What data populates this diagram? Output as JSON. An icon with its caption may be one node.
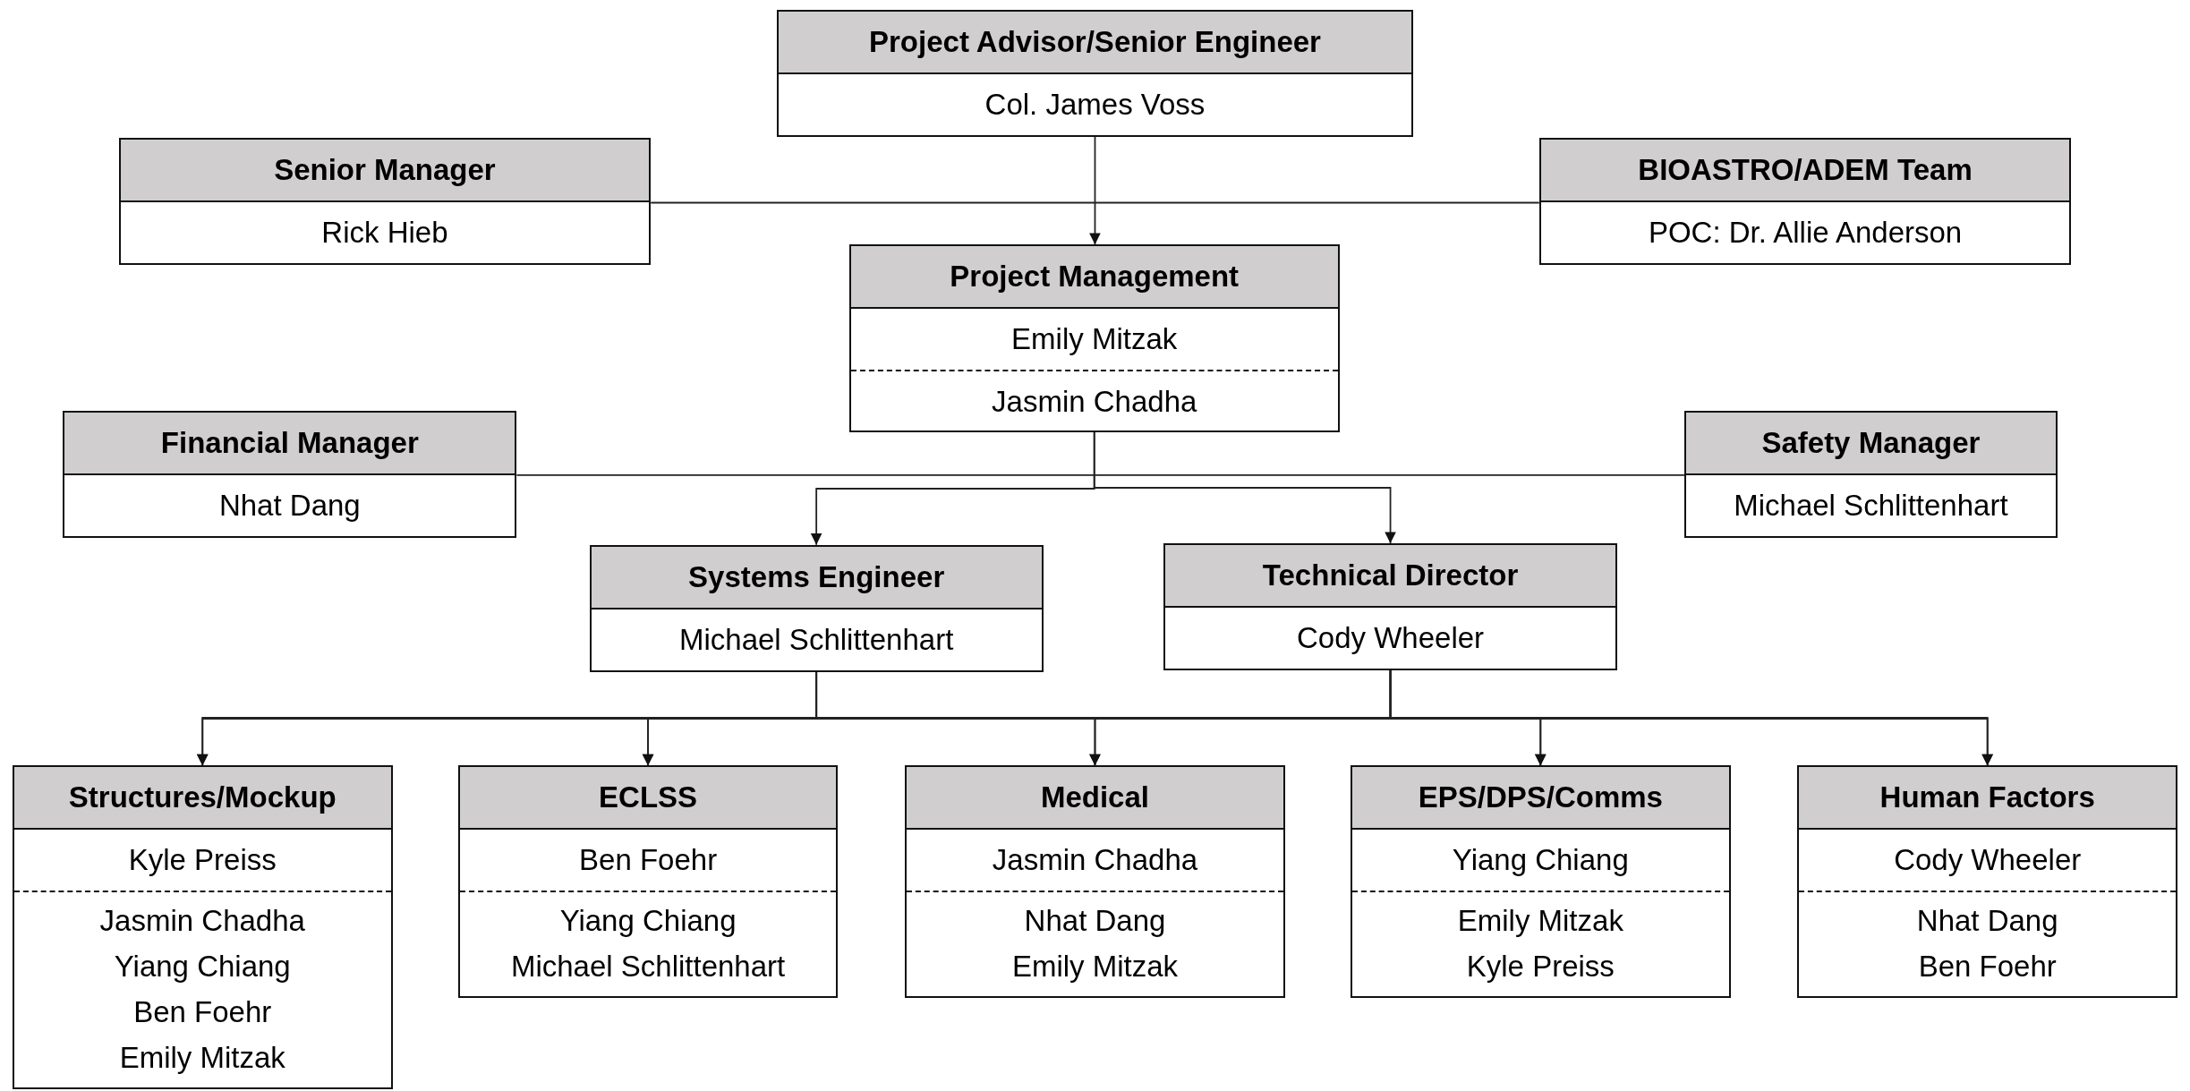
{
  "diagram": {
    "nodes": [
      {
        "text": [
          "Project Advisor/Senior Engineer",
          "Col. James Voss"
        ]
      },
      {
        "text": [
          "Senior Manager",
          "Rick Hieb"
        ]
      },
      {
        "text": [
          "BIOASTRO/ADEM Team",
          "POC: Dr. Allie Anderson"
        ]
      },
      {
        "text": [
          "Project Management",
          "Emily Mitzak",
          "Jasmin Chadha"
        ]
      },
      {
        "text": [
          "Financial Manager",
          "Nhat Dang"
        ]
      },
      {
        "text": [
          "Safety Manager",
          "Michael Schlittenhart"
        ]
      },
      {
        "text": [
          "Systems Engineer",
          "Michael Schlittenhart"
        ]
      },
      {
        "text": [
          "Technical Director",
          "Cody Wheeler"
        ]
      },
      {
        "text": [
          "Structures/Mockup",
          "Kyle Preiss",
          "Jasmin Chadha",
          "Yiang Chiang",
          "Ben Foehr",
          "Emily Mitzak"
        ]
      },
      {
        "text": [
          "ECLSS",
          "Ben Foehr",
          "Yiang Chiang",
          "Michael Schlittenhart"
        ]
      },
      {
        "text": [
          "Medical",
          "Jasmin Chadha",
          "Nhat Dang",
          "Emily Mitzak"
        ]
      },
      {
        "text": [
          "EPS/DPS/Comms",
          "Yiang Chiang",
          "Emily Mitzak",
          "Kyle Preiss"
        ]
      },
      {
        "text": [
          "Human Factors",
          "Cody Wheeler",
          "Nhat Dang",
          "Ben Foehr"
        ]
      }
    ],
    "edges": [
      {
        "from": 0,
        "to": 3,
        "arrow": "to"
      },
      {
        "from": 1,
        "to": 2,
        "arrow": "none"
      },
      {
        "from": 4,
        "to": 5,
        "arrow": "none"
      },
      {
        "from": 3,
        "to": 6,
        "arrow": "to"
      },
      {
        "from": 3,
        "to": 7,
        "arrow": "to"
      },
      {
        "from": 6,
        "to": 8,
        "arrow": "to"
      },
      {
        "from": 6,
        "to": 9,
        "arrow": "to"
      },
      {
        "from": 6,
        "to": 10,
        "arrow": "to"
      },
      {
        "from": 6,
        "to": 11,
        "arrow": "to"
      },
      {
        "from": 6,
        "to": 12,
        "arrow": "to"
      },
      {
        "from": 7,
        "to": 8,
        "arrow": "to"
      },
      {
        "from": 7,
        "to": 9,
        "arrow": "to"
      },
      {
        "from": 7,
        "to": 10,
        "arrow": "to"
      },
      {
        "from": 7,
        "to": 11,
        "arrow": "to"
      },
      {
        "from": 7,
        "to": 12,
        "arrow": "to"
      }
    ]
  }
}
